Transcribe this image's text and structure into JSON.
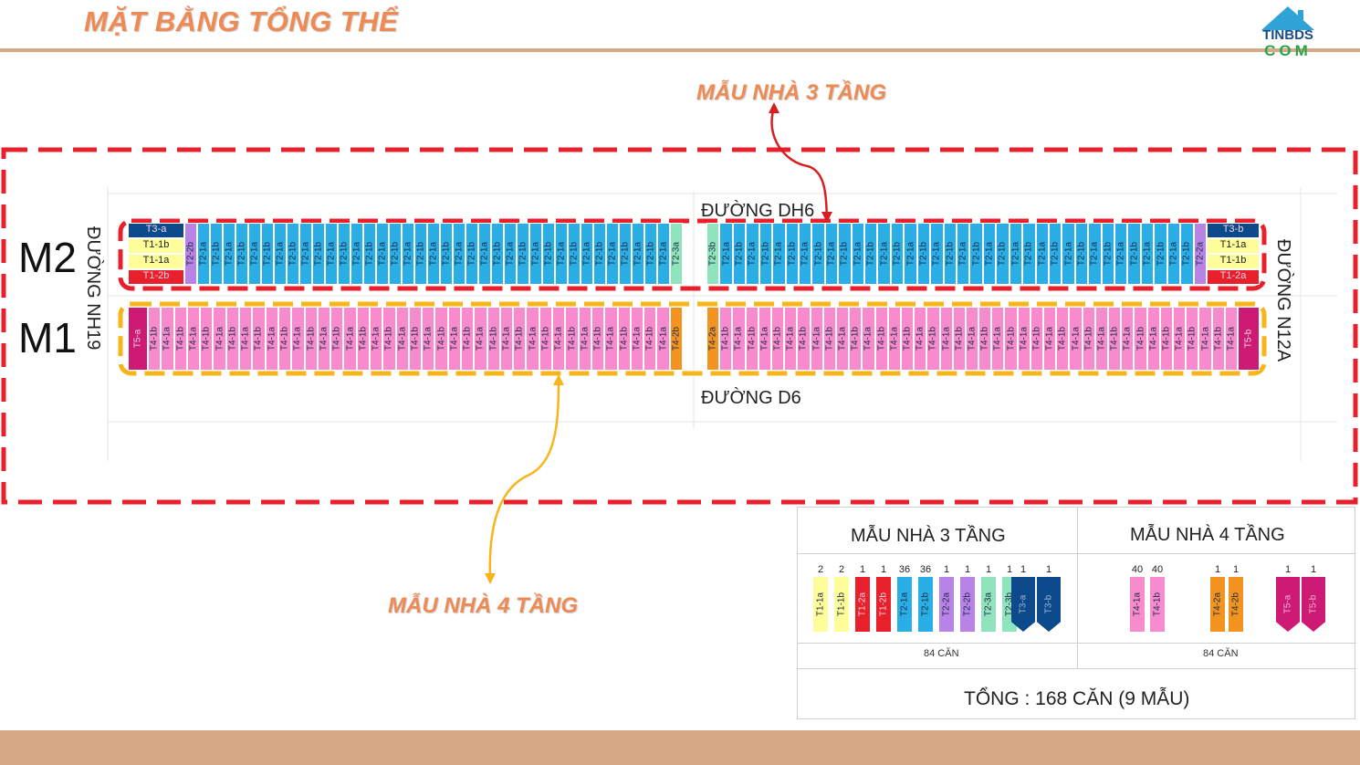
{
  "title": "MẶT BẰNG TỔNG THỂ",
  "logo": {
    "line1": "TINBDS",
    "line2": "COM"
  },
  "callouts": {
    "three_floor": "MẪU NHÀ 3 TẦNG",
    "four_floor": "MẪU NHÀ 4 TẦNG"
  },
  "roads": {
    "top": "ĐƯỜNG DH6",
    "bottom": "ĐƯỜNG D6",
    "left": "ĐƯỜNG NH19",
    "right": "ĐƯỜNG N12A"
  },
  "blocks": {
    "m2": "M2",
    "m1": "M1"
  },
  "colors": {
    "T1-1a": "#fdfd9a",
    "T1-1b": "#fdfd9a",
    "T1-2a": "#e8202b",
    "T1-2b": "#e8202b",
    "T2-1a": "#2aaee6",
    "T2-1b": "#2aaee6",
    "T2-2a": "#b783e6",
    "T2-2b": "#b783e6",
    "T2-3a": "#8fe3bd",
    "T2-3b": "#8fe3bd",
    "T3-a": "#0d4a8c",
    "T3-b": "#0d4a8c",
    "T4-1a": "#f78bce",
    "T4-1b": "#f78bce",
    "T4-2a": "#f2941f",
    "T4-2b": "#f2941f",
    "T5-a": "#cc1a75",
    "T5-b": "#cc1a75",
    "frame_red": "#e8202b",
    "frame_yellow": "#f7b51a",
    "accent": "#ef8a55"
  },
  "m2": {
    "left_end": [
      "T3-a",
      "T1-1b",
      "T1-1a",
      "T1-2b"
    ],
    "left_lots": [
      "T2-2b",
      "T2-1a",
      "T2-1b",
      "T2-1a",
      "T2-1b",
      "T2-1a",
      "T2-1b",
      "T2-1a",
      "T2-1b",
      "T2-1a",
      "T2-1b",
      "T2-1a",
      "T2-1b",
      "T2-1a",
      "T2-1b",
      "T2-1a",
      "T2-1b",
      "T2-1a",
      "T2-1b",
      "T2-1a",
      "T2-1b",
      "T2-1a",
      "T2-1b",
      "T2-1a",
      "T2-1b",
      "T2-1a",
      "T2-1b",
      "T2-1a",
      "T2-1b",
      "T2-1a",
      "T2-1b",
      "T2-1a",
      "T2-1b",
      "T2-1a",
      "T2-1b",
      "T2-1a",
      "T2-1b",
      "T2-1a",
      "T2-3a"
    ],
    "right_lots": [
      "T2-3b",
      "T2-1a",
      "T2-1b",
      "T2-1a",
      "T2-1b",
      "T2-1a",
      "T2-1b",
      "T2-1a",
      "T2-1b",
      "T2-1a",
      "T2-1b",
      "T2-1a",
      "T2-1b",
      "T2-1a",
      "T2-1b",
      "T2-1a",
      "T2-1b",
      "T2-1a",
      "T2-1b",
      "T2-1a",
      "T2-1b",
      "T2-1a",
      "T2-1b",
      "T2-1a",
      "T2-1b",
      "T2-1a",
      "T2-1b",
      "T2-1a",
      "T2-1b",
      "T2-1a",
      "T2-1b",
      "T2-1a",
      "T2-1b",
      "T2-1a",
      "T2-1b",
      "T2-1a",
      "T2-1b",
      "T2-2a"
    ],
    "right_end": [
      "T3-b",
      "T1-1a",
      "T1-1b",
      "T1-2a"
    ]
  },
  "m1": {
    "left_end": "T5-a",
    "left_lots": [
      "T4-1b",
      "T4-1a",
      "T4-1b",
      "T4-1a",
      "T4-1b",
      "T4-1a",
      "T4-1b",
      "T4-1a",
      "T4-1b",
      "T4-1a",
      "T4-1b",
      "T4-1a",
      "T4-1b",
      "T4-1a",
      "T4-1b",
      "T4-1a",
      "T4-1b",
      "T4-1a",
      "T4-1b",
      "T4-1a",
      "T4-1b",
      "T4-1a",
      "T4-1b",
      "T4-1a",
      "T4-1b",
      "T4-1a",
      "T4-1b",
      "T4-1a",
      "T4-1b",
      "T4-1a",
      "T4-1b",
      "T4-1a",
      "T4-1b",
      "T4-1a",
      "T4-1b",
      "T4-1a",
      "T4-1b",
      "T4-1a",
      "T4-1b",
      "T4-1a",
      "T4-2b"
    ],
    "right_lots": [
      "T4-2a",
      "T4-1b",
      "T4-1a",
      "T4-1b",
      "T4-1a",
      "T4-1b",
      "T4-1a",
      "T4-1b",
      "T4-1a",
      "T4-1b",
      "T4-1a",
      "T4-1b",
      "T4-1a",
      "T4-1b",
      "T4-1a",
      "T4-1b",
      "T4-1a",
      "T4-1b",
      "T4-1a",
      "T4-1b",
      "T4-1a",
      "T4-1b",
      "T4-1a",
      "T4-1b",
      "T4-1a",
      "T4-1b",
      "T4-1a",
      "T4-1b",
      "T4-1a",
      "T4-1b",
      "T4-1a",
      "T4-1b",
      "T4-1a",
      "T4-1b",
      "T4-1a",
      "T4-1b",
      "T4-1a",
      "T4-1b",
      "T4-1a",
      "T4-1b",
      "T4-1a"
    ],
    "right_end": "T5-b"
  },
  "legend": {
    "three": {
      "title": "MẪU NHÀ 3 TẦNG",
      "items": [
        {
          "code": "T1-1a",
          "count": "2"
        },
        {
          "code": "T1-1b",
          "count": "2"
        },
        {
          "code": "T1-2a",
          "count": "1"
        },
        {
          "code": "T1-2b",
          "count": "1"
        },
        {
          "code": "T2-1a",
          "count": "36"
        },
        {
          "code": "T2-1b",
          "count": "36"
        },
        {
          "code": "T2-2a",
          "count": "1"
        },
        {
          "code": "T2-2b",
          "count": "1"
        },
        {
          "code": "T2-3a",
          "count": "1"
        },
        {
          "code": "T2-3b",
          "count": "1"
        },
        {
          "code": "T3-a",
          "count": "1"
        },
        {
          "code": "T3-b",
          "count": "1"
        }
      ],
      "subtotal": "84 CĂN"
    },
    "four": {
      "title": "MẪU NHÀ 4 TẦNG",
      "items": [
        {
          "code": "T4-1a",
          "count": "40"
        },
        {
          "code": "T4-1b",
          "count": "40"
        },
        {
          "code": "T4-2a",
          "count": "1"
        },
        {
          "code": "T4-2b",
          "count": "1"
        },
        {
          "code": "T5-a",
          "count": "1"
        },
        {
          "code": "T5-b",
          "count": "1"
        }
      ],
      "subtotal": "84 CĂN"
    },
    "total": "TỔNG : 168 CĂN (9 MẪU)"
  }
}
